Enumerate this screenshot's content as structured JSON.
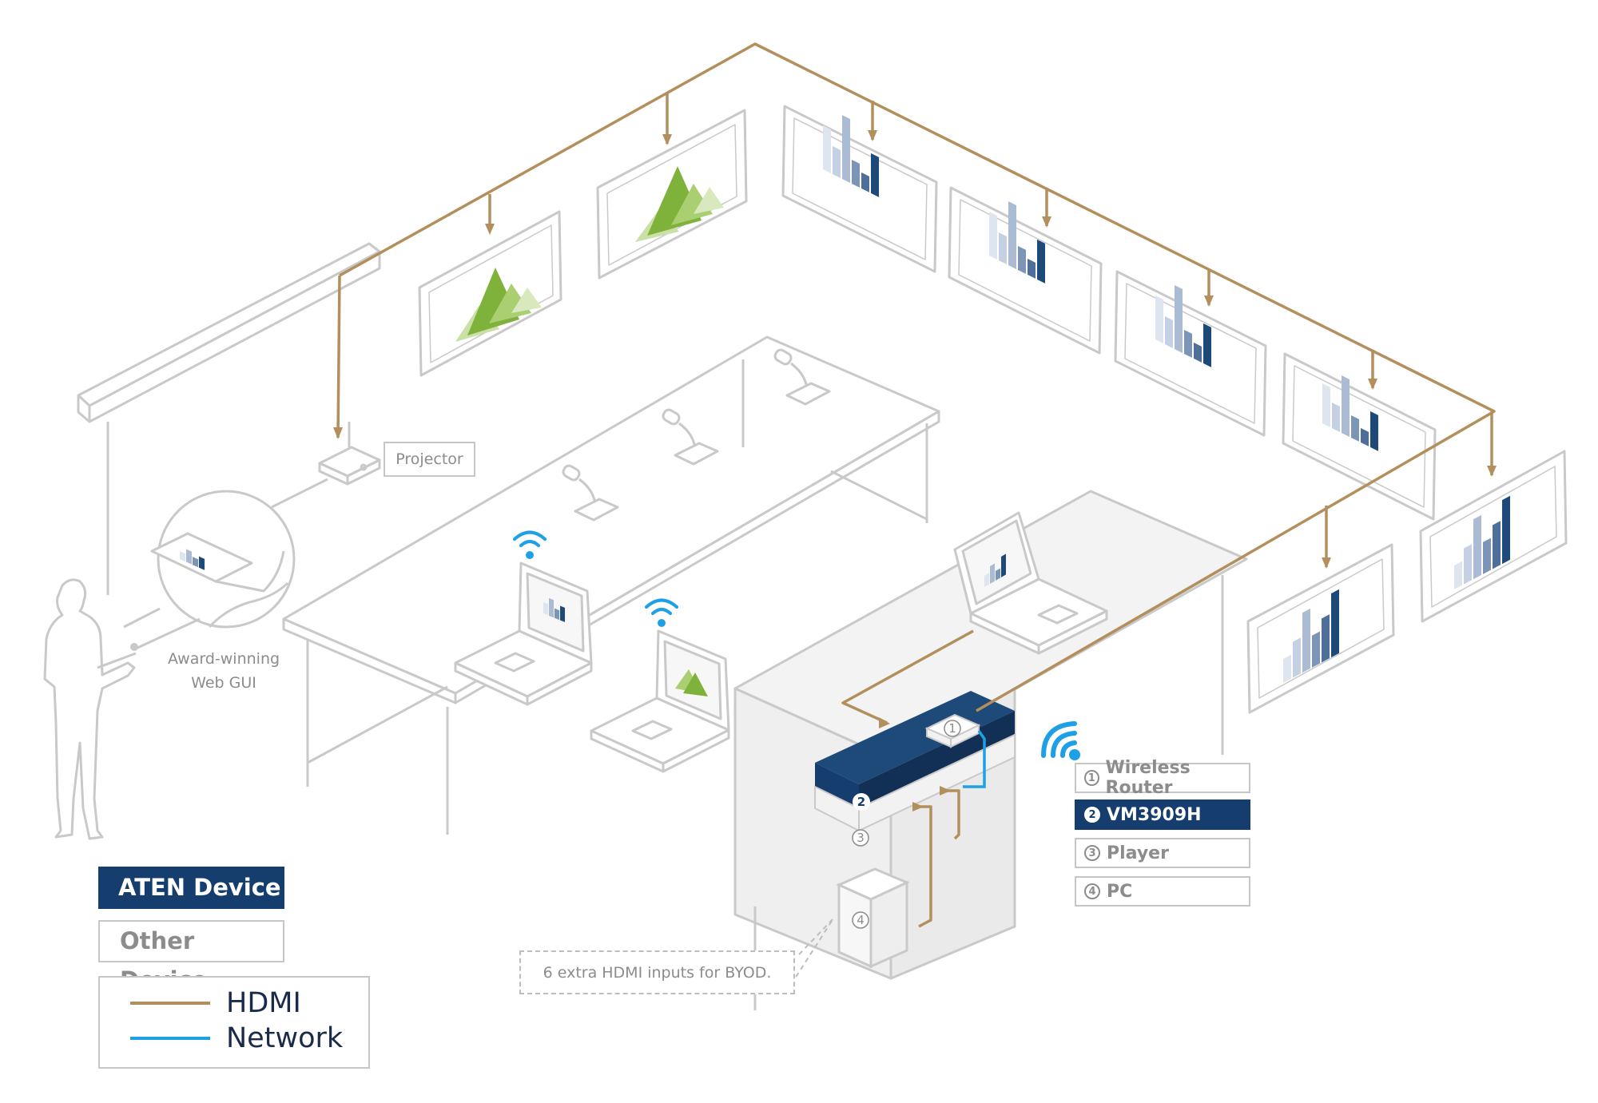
{
  "labels": {
    "projector": "Projector",
    "web_gui_line1": "Award-winning",
    "web_gui_line2": "Web GUI",
    "byod_callout": "6 extra HDMI inputs for BYOD."
  },
  "device_key": [
    {
      "num": "1",
      "label": "Wireless Router",
      "active": false
    },
    {
      "num": "2",
      "label": "VM3909H",
      "active": true
    },
    {
      "num": "3",
      "label": "Player",
      "active": false
    },
    {
      "num": "4",
      "label": "PC",
      "active": false
    }
  ],
  "device_markers": [
    "1",
    "2",
    "3",
    "4"
  ],
  "legend": {
    "aten_device": "ATEN Device",
    "other_device": "Other Device",
    "hdmi": "HDMI",
    "network": "Network"
  },
  "colors": {
    "hdmi": "#b38f5e",
    "network": "#1ea0e6",
    "aten_device": "#153e6e",
    "line_gray": "#c6c6c6",
    "chart_green": "#7fb23a",
    "chart_blue": "#1e4a7a"
  }
}
